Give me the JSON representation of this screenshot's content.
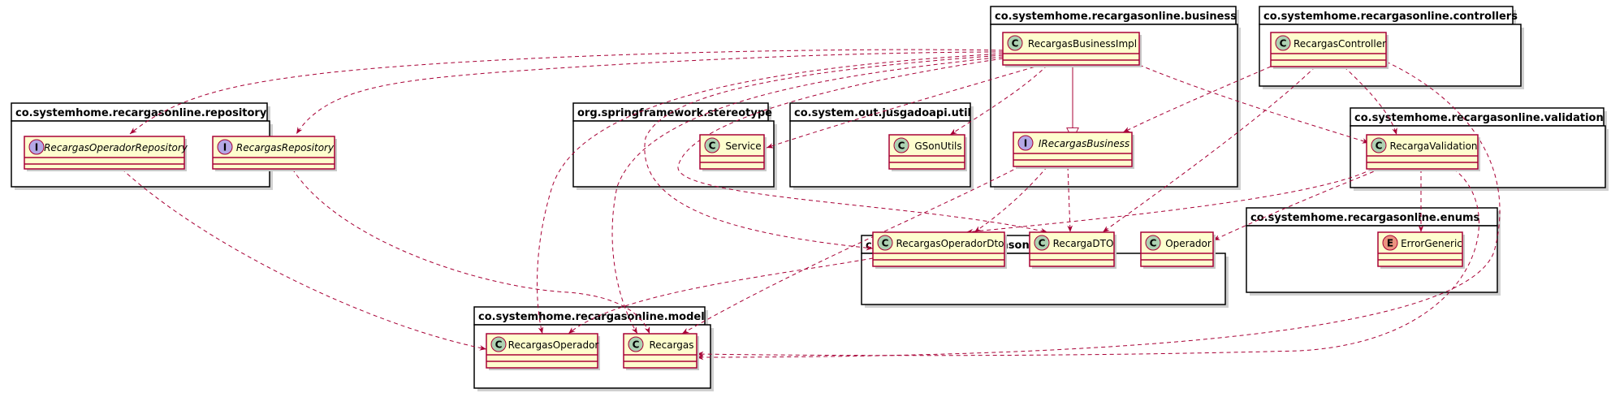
{
  "colors": {
    "class_fill": "#FEFECE",
    "class_border": "#A80036",
    "edge": "#A80036",
    "package_border": "#000000",
    "icon_class": "#ADD1B2",
    "icon_interface": "#B4A7E5",
    "icon_enum": "#EB937F"
  },
  "packages": [
    {
      "id": "repository",
      "name": "co.systemhome.recargasonline.repository"
    },
    {
      "id": "stereotype",
      "name": "org.springframework.stereotype"
    },
    {
      "id": "util",
      "name": "co.system.out.jusgadoapi.util"
    },
    {
      "id": "business",
      "name": "co.systemhome.recargasonline.business"
    },
    {
      "id": "controllers",
      "name": "co.systemhome.recargasonline.controllers"
    },
    {
      "id": "validation",
      "name": "co.systemhome.recargasonline.validation"
    },
    {
      "id": "dto",
      "name": "co.systemhome.recargasonline.dto"
    },
    {
      "id": "enums",
      "name": "co.systemhome.recargasonline.enums"
    },
    {
      "id": "model",
      "name": "co.systemhome.recargasonline.model"
    }
  ],
  "classes": [
    {
      "id": "RecargasOperadorRepository",
      "label": "RecargasOperadorRepository",
      "kind": "interface",
      "letter": "I"
    },
    {
      "id": "RecargasRepository",
      "label": "RecargasRepository",
      "kind": "interface",
      "letter": "I"
    },
    {
      "id": "Service",
      "label": "Service",
      "kind": "class",
      "letter": "C"
    },
    {
      "id": "GSonUtils",
      "label": "GSonUtils",
      "kind": "class",
      "letter": "C"
    },
    {
      "id": "RecargasBusinessImpl",
      "label": "RecargasBusinessImpl",
      "kind": "class",
      "letter": "C"
    },
    {
      "id": "IRecargasBusiness",
      "label": "IRecargasBusiness",
      "kind": "interface",
      "letter": "I"
    },
    {
      "id": "RecargasController",
      "label": "RecargasController",
      "kind": "class",
      "letter": "C"
    },
    {
      "id": "RecargaValidation",
      "label": "RecargaValidation",
      "kind": "class",
      "letter": "C"
    },
    {
      "id": "RecargasOperadorDto",
      "label": "RecargasOperadorDto",
      "kind": "class",
      "letter": "C"
    },
    {
      "id": "RecargaDTO",
      "label": "RecargaDTO",
      "kind": "class",
      "letter": "C"
    },
    {
      "id": "Operador",
      "label": "Operador",
      "kind": "class",
      "letter": "C"
    },
    {
      "id": "ErrorGeneric",
      "label": "ErrorGeneric",
      "kind": "enum",
      "letter": "E"
    },
    {
      "id": "RecargasOperador",
      "label": "RecargasOperador",
      "kind": "class",
      "letter": "C"
    },
    {
      "id": "Recargas",
      "label": "Recargas",
      "kind": "class",
      "letter": "C"
    }
  ],
  "relations": [
    {
      "from": "RecargasBusinessImpl",
      "to": "IRecargasBusiness",
      "type": "realization"
    },
    {
      "from": "RecargasBusinessImpl",
      "to": "RecargasOperadorRepository",
      "type": "dependency"
    },
    {
      "from": "RecargasBusinessImpl",
      "to": "RecargasRepository",
      "type": "dependency"
    },
    {
      "from": "RecargasBusinessImpl",
      "to": "Service",
      "type": "dependency"
    },
    {
      "from": "RecargasBusinessImpl",
      "to": "GSonUtils",
      "type": "dependency"
    },
    {
      "from": "RecargasBusinessImpl",
      "to": "RecargasOperadorDto",
      "type": "dependency"
    },
    {
      "from": "RecargasBusinessImpl",
      "to": "RecargaDTO",
      "type": "dependency"
    },
    {
      "from": "RecargasBusinessImpl",
      "to": "RecargasOperador",
      "type": "dependency"
    },
    {
      "from": "RecargasBusinessImpl",
      "to": "Recargas",
      "type": "dependency"
    },
    {
      "from": "RecargasBusinessImpl",
      "to": "RecargaValidation",
      "type": "dependency"
    },
    {
      "from": "RecargasController",
      "to": "IRecargasBusiness",
      "type": "dependency"
    },
    {
      "from": "RecargasController",
      "to": "RecargaValidation",
      "type": "dependency"
    },
    {
      "from": "RecargasController",
      "to": "RecargaDTO",
      "type": "dependency"
    },
    {
      "from": "RecargasController",
      "to": "Recargas",
      "type": "dependency"
    },
    {
      "from": "IRecargasBusiness",
      "to": "RecargasOperadorDto",
      "type": "dependency"
    },
    {
      "from": "IRecargasBusiness",
      "to": "RecargaDTO",
      "type": "dependency"
    },
    {
      "from": "IRecargasBusiness",
      "to": "Recargas",
      "type": "dependency"
    },
    {
      "from": "RecargaValidation",
      "to": "ErrorGeneric",
      "type": "dependency"
    },
    {
      "from": "RecargaValidation",
      "to": "Operador",
      "type": "dependency"
    },
    {
      "from": "RecargaValidation",
      "to": "RecargasOperadorDto",
      "type": "dependency"
    },
    {
      "from": "RecargaValidation",
      "to": "Recargas",
      "type": "dependency"
    },
    {
      "from": "RecargasOperadorDto",
      "to": "RecargasOperador",
      "type": "dependency"
    },
    {
      "from": "RecargasOperadorRepository",
      "to": "RecargasOperador",
      "type": "dependency"
    },
    {
      "from": "RecargasRepository",
      "to": "Recargas",
      "type": "dependency"
    }
  ]
}
